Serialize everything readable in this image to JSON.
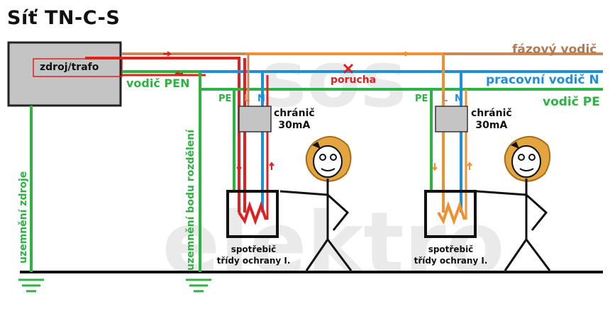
{
  "diagram": {
    "title": "Síť TN-C-S",
    "source_box": {
      "label": "zdroj/trafo"
    },
    "lines": {
      "phase": {
        "label": "fázový vodič",
        "color": "#c8895a"
      },
      "neutral": {
        "label": "pracovní vodič N",
        "color": "#1f8fd8"
      },
      "pe": {
        "label": "vodič PE",
        "color": "#2db341"
      },
      "pen": {
        "label": "vodič PEN",
        "color": "#2db341"
      },
      "supply_red": {
        "color": "#e02020"
      },
      "fault_orange": {
        "color": "#f0902e"
      }
    },
    "fault": {
      "label": "porucha",
      "marker": "cross-icon"
    },
    "earthing": {
      "source": "uzemnění zdroje",
      "split_point": "uzemnění bodu rozdělení"
    },
    "terminals": {
      "pe": "PE",
      "l": "L",
      "n": "N"
    },
    "breaker": {
      "line1": "chránič",
      "line2": "30mA"
    },
    "appliance": {
      "line1": "spotřebič",
      "line2": "třídy ochrany I."
    },
    "watermark": {
      "line1": "sos",
      "line2": "elektro"
    }
  }
}
